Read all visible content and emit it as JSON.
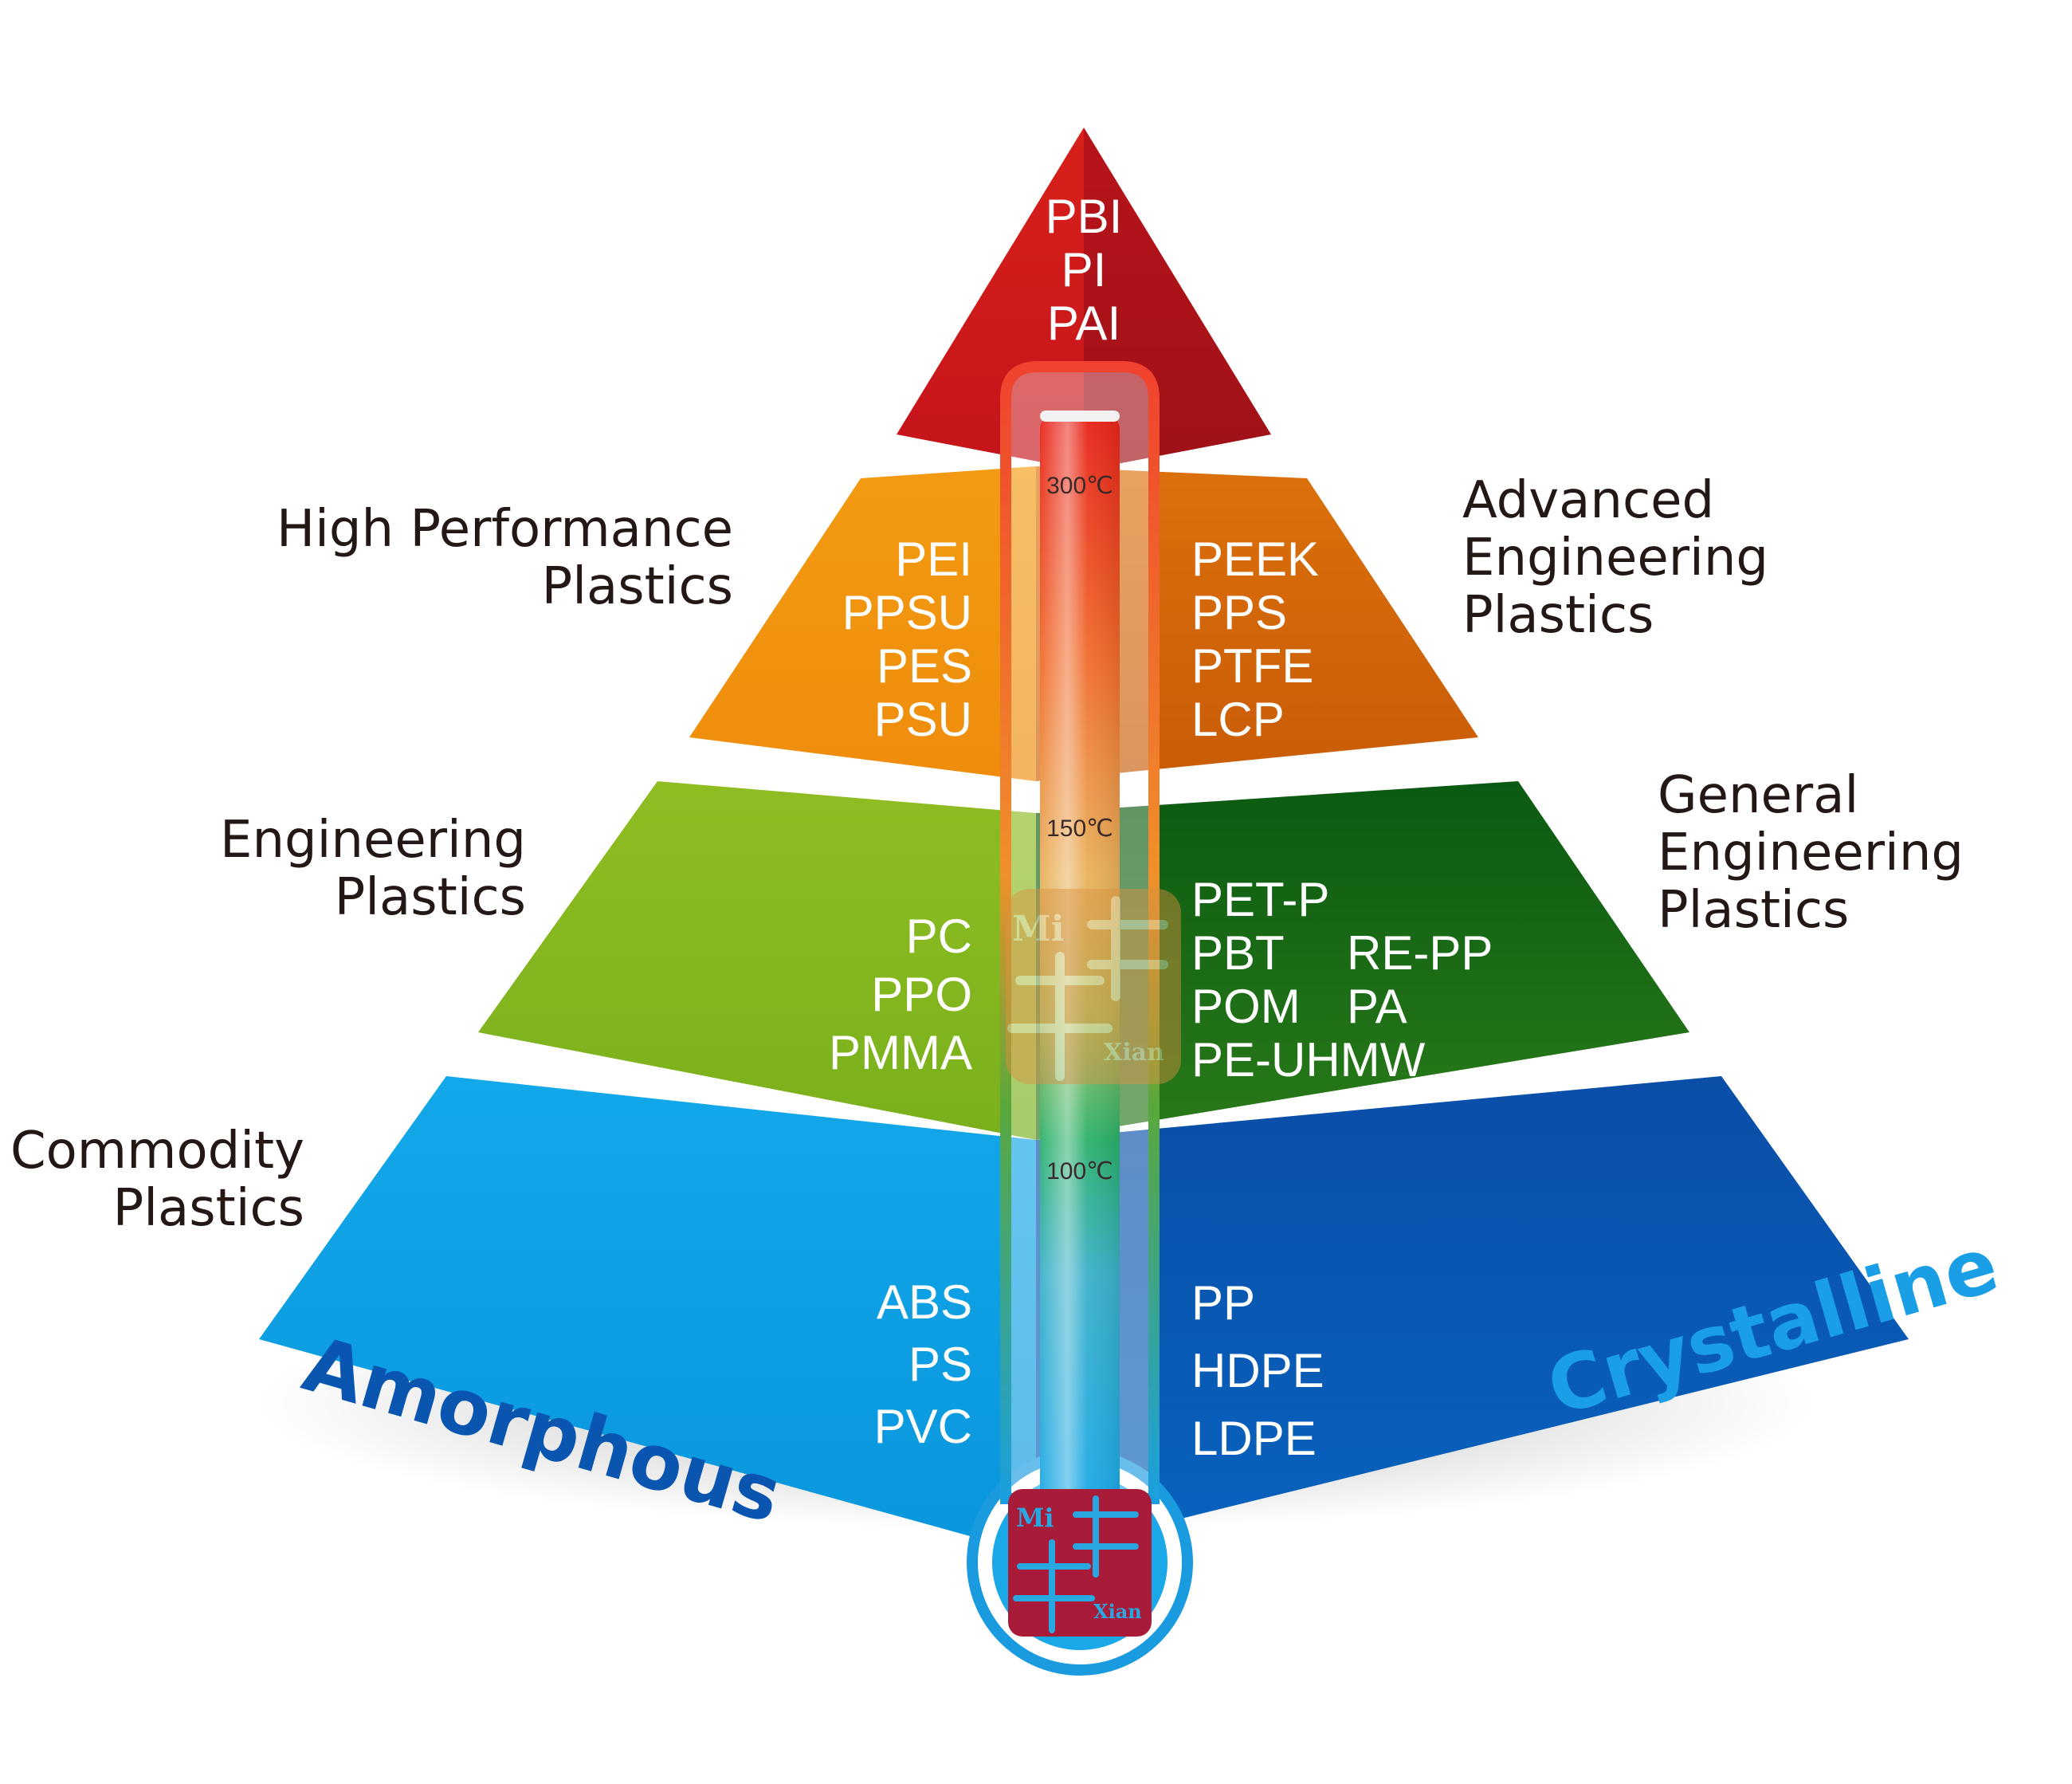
{
  "tiers": {
    "top": {
      "materials": [
        "PBI",
        "PI",
        "PAI"
      ],
      "color": "#c8161d"
    },
    "high": {
      "label": [
        "High Performance",
        "Plastics"
      ],
      "label_right": [
        "Advanced",
        "Engineering",
        "Plastics"
      ],
      "amorphous": [
        "PEI",
        "PPSU",
        "PES",
        "PSU"
      ],
      "crystalline": [
        "PEEK",
        "PPS",
        "PTFE",
        "LCP"
      ],
      "color": "#f0900e"
    },
    "engineering": {
      "label": [
        "Engineering",
        "Plastics"
      ],
      "label_right": [
        "General",
        "Engineering",
        "Plastics"
      ],
      "amorphous": [
        "PC",
        "PPO",
        "PMMA"
      ],
      "crystalline": [
        "PET-P",
        "PBT",
        "POM",
        "PE-UHMW"
      ],
      "crystalline_extra": [
        "RE-PP",
        "PA"
      ],
      "color": "#7cb51e"
    },
    "commodity": {
      "label": [
        "Commodity",
        "Plastics"
      ],
      "amorphous": [
        "ABS",
        "PS",
        "PVC"
      ],
      "crystalline": [
        "PP",
        "HDPE",
        "LDPE"
      ],
      "color": "#0aa0e6"
    }
  },
  "axis": {
    "left": "Amorphous",
    "right": "Crystalline"
  },
  "thermometer": {
    "ticks": [
      "300℃",
      "150℃",
      "100℃"
    ]
  },
  "logo": {
    "text": [
      "Mi",
      "Xian"
    ],
    "icon": "mi-xian-seal-logo"
  }
}
